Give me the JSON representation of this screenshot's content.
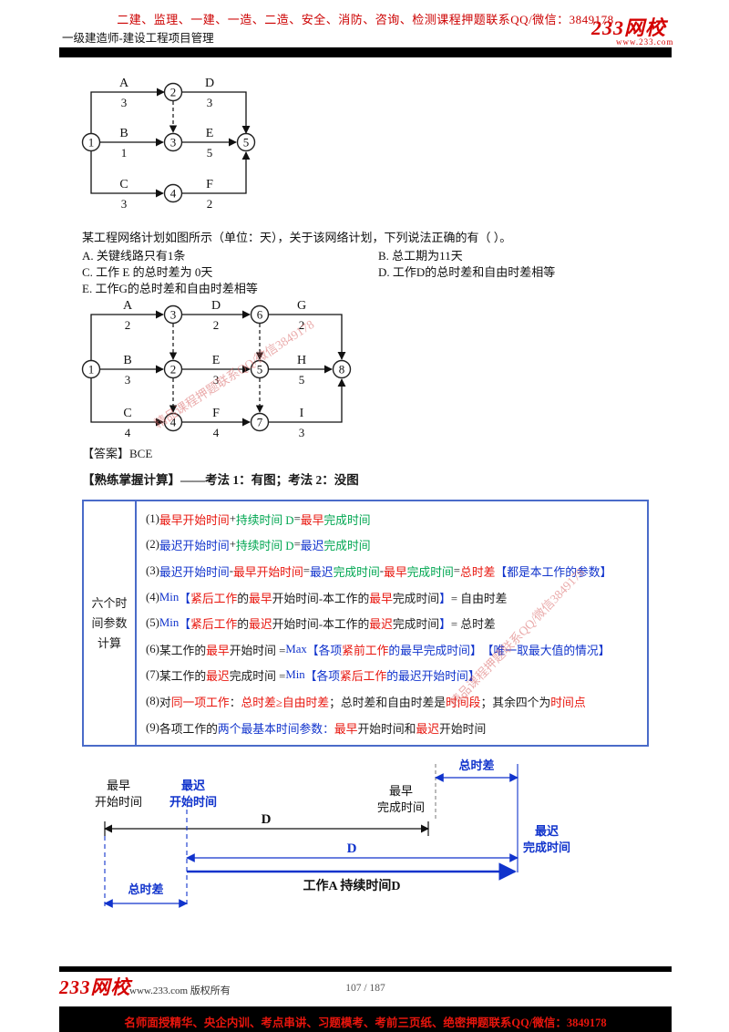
{
  "colors": {
    "k": "#1a1a1a",
    "r": "#e8150d",
    "b": "#1033cc",
    "g": "#00a651",
    "brand_red": "#d40000",
    "table_border": "#4a6bc9",
    "watermark": "#d96666"
  },
  "header": {
    "promo": "二建、监理、一建、一造、二造、安全、消防、咨询、检测课程押题联系QQ/微信：3849178",
    "course_title": "一级建造师-建设工程项目管理",
    "logo": "233网校",
    "logo_site": "www.233.com"
  },
  "diagram1": {
    "nodes": [
      "1",
      "2",
      "3",
      "4",
      "5"
    ],
    "activities": [
      {
        "name": "A",
        "duration": "3"
      },
      {
        "name": "D",
        "duration": "3"
      },
      {
        "name": "B",
        "duration": "1"
      },
      {
        "name": "E",
        "duration": "5"
      },
      {
        "name": "C",
        "duration": "3"
      },
      {
        "name": "F",
        "duration": "2"
      }
    ]
  },
  "question": {
    "stem": "某工程网络计划如图所示（单位：天），关于该网络计划，下列说法正确的有（      ）。",
    "options": [
      "A. 关键线路只有1条",
      "B. 总工期为11天",
      "C. 工作 E 的总时差为 0天",
      "D. 工作D的总时差和自由时差相等",
      "E. 工作G的总时差和自由时差相等"
    ]
  },
  "diagram2": {
    "nodes": [
      "1",
      "2",
      "3",
      "4",
      "5",
      "6",
      "7",
      "8"
    ],
    "activities": [
      {
        "name": "A",
        "duration": "2"
      },
      {
        "name": "D",
        "duration": "2"
      },
      {
        "name": "G",
        "duration": "2"
      },
      {
        "name": "B",
        "duration": "3"
      },
      {
        "name": "E",
        "duration": "3"
      },
      {
        "name": "H",
        "duration": "5"
      },
      {
        "name": "C",
        "duration": "4"
      },
      {
        "name": "F",
        "duration": "4"
      },
      {
        "name": "I",
        "duration": "3"
      }
    ]
  },
  "watermark": "精品课程押题联系QQ/微信3849178",
  "answer": "【答案】BCE",
  "section_heading": "【熟练掌握计算】——考法 1：有图；考法 2：没图",
  "table": {
    "row_header": [
      "六个时",
      "间参数",
      "计算"
    ],
    "lines": [
      [
        [
          "(1)",
          "k"
        ],
        [
          "最早开始时间",
          "r"
        ],
        [
          "+",
          "k"
        ],
        [
          "持续时间 D",
          "g"
        ],
        [
          " = ",
          "k"
        ],
        [
          "最早",
          "r"
        ],
        [
          "完成时间",
          "g"
        ]
      ],
      [
        [
          "(2)",
          "k"
        ],
        [
          "最迟开始时间",
          "b"
        ],
        [
          "+",
          "k"
        ],
        [
          "持续时间 D",
          "g"
        ],
        [
          " = ",
          "k"
        ],
        [
          "最迟",
          "b"
        ],
        [
          "完成时间",
          "g"
        ]
      ],
      [
        [
          "(3)",
          "k"
        ],
        [
          "最迟开始时间",
          "b"
        ],
        [
          "-",
          "k"
        ],
        [
          "最早开始时间",
          "r"
        ],
        [
          " = ",
          "k"
        ],
        [
          "最迟",
          "b"
        ],
        [
          "完成时间",
          "g"
        ],
        [
          "-",
          "k"
        ],
        [
          "最早",
          "r"
        ],
        [
          "完成时间",
          "g"
        ],
        [
          " = ",
          "k"
        ],
        [
          "总时差",
          "r"
        ],
        [
          "【都是本工作的参数】",
          "b"
        ]
      ],
      [
        [
          "(4)",
          "k"
        ],
        [
          "Min",
          "b"
        ],
        [
          "【",
          "b"
        ],
        [
          "紧后工作",
          "r"
        ],
        [
          "的",
          "k"
        ],
        [
          "最早",
          "r"
        ],
        [
          "开始时间",
          "k"
        ],
        [
          "-本工作的",
          "k"
        ],
        [
          "最早",
          "r"
        ],
        [
          "完成时间",
          "k"
        ],
        [
          "】",
          "b"
        ],
        [
          " = 自由时差",
          "k"
        ]
      ],
      [
        [
          "(5)",
          "k"
        ],
        [
          "Min",
          "b"
        ],
        [
          "【",
          "b"
        ],
        [
          "紧后工作",
          "r"
        ],
        [
          "的",
          "k"
        ],
        [
          "最迟",
          "r"
        ],
        [
          "开始时间",
          "k"
        ],
        [
          "-本工作的",
          "k"
        ],
        [
          "最迟",
          "r"
        ],
        [
          "完成时间",
          "k"
        ],
        [
          "】",
          "b"
        ],
        [
          " = 总时差",
          "k"
        ]
      ],
      [
        [
          "(6)",
          "k"
        ],
        [
          "某工作的",
          "k"
        ],
        [
          "最早",
          "r"
        ],
        [
          "开始时间  = ",
          "k"
        ],
        [
          "Max",
          "b"
        ],
        [
          "【各项",
          "b"
        ],
        [
          "紧前工作",
          "r"
        ],
        [
          "的",
          "b"
        ],
        [
          "最早完成时间",
          "b"
        ],
        [
          "】 ",
          "b"
        ],
        [
          "【唯一取最大值的情况】",
          "b"
        ]
      ],
      [
        [
          "(7)",
          "k"
        ],
        [
          "某工作的",
          "k"
        ],
        [
          "最迟",
          "r"
        ],
        [
          "完成时间  = ",
          "k"
        ],
        [
          "Min",
          "b"
        ],
        [
          " 【各项",
          "b"
        ],
        [
          "紧后工作",
          "r"
        ],
        [
          "的",
          "b"
        ],
        [
          "最迟开始时间",
          "b"
        ],
        [
          "】",
          "b"
        ]
      ],
      [
        [
          "(8)",
          "k"
        ],
        [
          "对",
          "k"
        ],
        [
          "同一项工作",
          "r"
        ],
        [
          "：",
          "k"
        ],
        [
          "总时差≥自由时差",
          "r"
        ],
        [
          "；",
          "k"
        ],
        [
          "总时差和自由时差是",
          "k"
        ],
        [
          "时间段",
          "r"
        ],
        [
          "；",
          "k"
        ],
        [
          "其余四个为",
          "k"
        ],
        [
          "时间点",
          "r"
        ]
      ],
      [
        [
          "(9)",
          "k"
        ],
        [
          "各项工作的",
          "k"
        ],
        [
          "两个最基本时间参数",
          "b"
        ],
        [
          "：",
          "b"
        ],
        [
          "最早",
          "r"
        ],
        [
          "开始时间和",
          "k"
        ],
        [
          "最迟",
          "r"
        ],
        [
          "开始时间",
          "k"
        ]
      ]
    ]
  },
  "figure": {
    "earliest_start": [
      "最早",
      "开始时间"
    ],
    "latest_start": [
      "最迟",
      "开始时间"
    ],
    "earliest_finish": [
      "最早",
      "完成时间"
    ],
    "latest_finish": [
      "最迟",
      "完成时间"
    ],
    "total_float_top": "总时差",
    "total_float_bottom": "总时差",
    "d_upper": "D",
    "d_lower": "D",
    "bar_label": "工作A 持续时间D"
  },
  "footer": {
    "logo": "233网校",
    "copyright": "www.233.com 版权所有",
    "page": "107 / 187",
    "promo": "名师面授精华、央企内训、考点串讲、习题模考、考前三页纸、绝密押题联系QQ/微信：3849178"
  }
}
